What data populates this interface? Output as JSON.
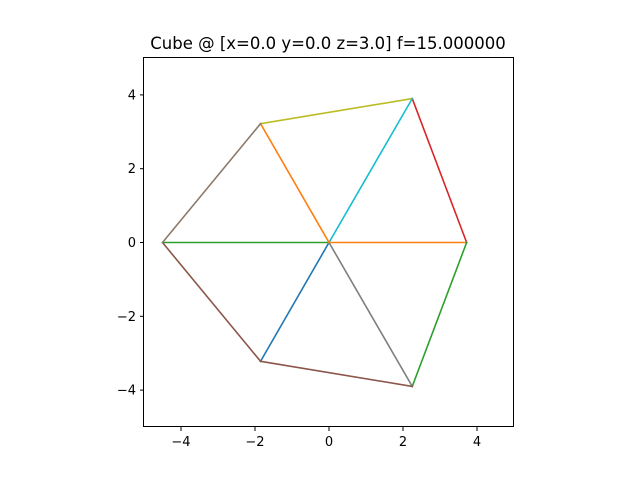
{
  "chart_data": {
    "type": "line",
    "title": "Cube @ [x=0.0 y=0.0 z=3.0] f=15.000000",
    "xlabel": "",
    "ylabel": "",
    "xlim": [
      -5,
      5
    ],
    "ylim": [
      -5,
      5
    ],
    "grid": false,
    "legend": "none",
    "xticks": [
      {
        "value": -4,
        "label": "−4"
      },
      {
        "value": -2,
        "label": "−2"
      },
      {
        "value": 0,
        "label": "0"
      },
      {
        "value": 2,
        "label": "2"
      },
      {
        "value": 4,
        "label": "4"
      }
    ],
    "yticks": [
      {
        "value": -4,
        "label": "−4"
      },
      {
        "value": -2,
        "label": "−2"
      },
      {
        "value": 0,
        "label": "0"
      },
      {
        "value": 2,
        "label": "2"
      },
      {
        "value": 4,
        "label": "4"
      }
    ],
    "series": [
      {
        "x": [
          0,
          -1.85
        ],
        "y": [
          0,
          -3.22
        ],
        "color": "#1f77b4"
      },
      {
        "x": [
          0,
          3.72
        ],
        "y": [
          0,
          0
        ],
        "color": "#ff7f0e"
      },
      {
        "x": [
          -4.5,
          0
        ],
        "y": [
          0,
          0
        ],
        "color": "#2ca02c"
      },
      {
        "x": [
          2.25,
          3.72
        ],
        "y": [
          3.9,
          0
        ],
        "color": "#d62728"
      },
      {
        "x": [
          -4.5,
          -1.85
        ],
        "y": [
          0,
          -3.22
        ],
        "color": "#8c564b"
      },
      {
        "x": [
          0,
          2.25
        ],
        "y": [
          0,
          -3.9
        ],
        "color": "#7f7f7f"
      },
      {
        "x": [
          -1.85,
          2.25
        ],
        "y": [
          3.22,
          3.9
        ],
        "color": "#bcbd22"
      },
      {
        "x": [
          0,
          2.25
        ],
        "y": [
          0,
          3.9
        ],
        "color": "#17becf"
      },
      {
        "x": [
          -1.85,
          0
        ],
        "y": [
          3.22,
          0
        ],
        "color": "#ff7f0e"
      },
      {
        "x": [
          2.25,
          3.72
        ],
        "y": [
          -3.9,
          0
        ],
        "color": "#2ca02c"
      },
      {
        "x": [
          -4.5,
          -1.85
        ],
        "y": [
          0,
          3.22
        ],
        "color": "#8c7a6b"
      },
      {
        "x": [
          -1.85,
          2.25
        ],
        "y": [
          -3.22,
          -3.9
        ],
        "color": "#8c564b"
      }
    ]
  }
}
